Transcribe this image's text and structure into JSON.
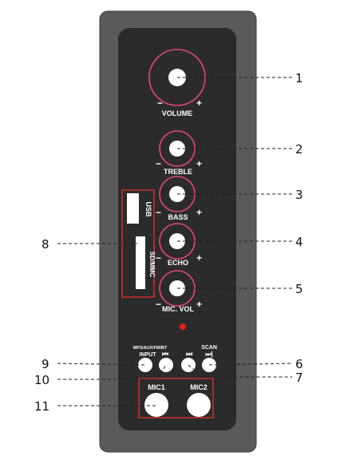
{
  "colors": {
    "outer_body": "#5a5a5a",
    "inner_panel": "#2b2b2b",
    "ring": "#e0457e",
    "knob": "#ffffff",
    "outline": "#d8312f",
    "led": "#e32119",
    "leader": "#222222"
  },
  "knobs": [
    {
      "id": "1",
      "label": "VOLUME",
      "minus": "−",
      "plus": "+"
    },
    {
      "id": "2",
      "label": "TREBLE",
      "minus": "−",
      "plus": "+"
    },
    {
      "id": "3",
      "label": "BASS",
      "minus": "−",
      "plus": "+"
    },
    {
      "id": "4",
      "label": "ECHO",
      "minus": "−",
      "plus": "+"
    },
    {
      "id": "5",
      "label": "MIC. VOL",
      "minus": "−",
      "plus": "+"
    }
  ],
  "slots": {
    "usb": "USB",
    "sd": "SD/MMC"
  },
  "buttons": {
    "input_top": "MP3/AUX/FM/BT",
    "input": "INPUT",
    "prev": "⏮",
    "next": "⏭",
    "scan": "SCAN",
    "play": "⏭|"
  },
  "mics": {
    "mic1": "MIC1",
    "mic2": "MIC2"
  },
  "callouts": [
    "1",
    "2",
    "3",
    "4",
    "5",
    "6",
    "7",
    "8",
    "9",
    "10",
    "11"
  ]
}
